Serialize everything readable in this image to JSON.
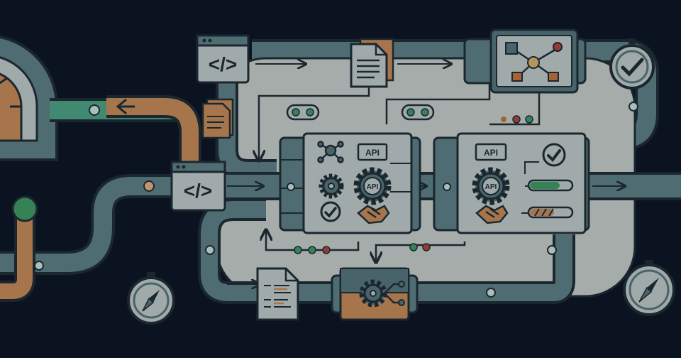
{
  "labels": {
    "api_upper_left": "API",
    "api_gear_left": "API",
    "api_upper_right": "API",
    "api_gear_right": "API"
  },
  "code_glyph": "</>",
  "colors": {
    "background": "#0b1320",
    "pipe": "#5f8184",
    "pipe_dark": "#1f2d33",
    "track": "#c9cfc9",
    "panel": "#c3ccc8",
    "panel_accent": "#56777a",
    "flow_green": "#4fa483",
    "flow_orange": "#c98c56",
    "status_green": "#3f9b63",
    "status_red": "#b8433b",
    "status_orange": "#c9743c"
  },
  "icons": [
    "code-window-icon",
    "document-icon",
    "workflow-diagram-icon",
    "clock-check-icon",
    "gauge-icon",
    "network-node-icon",
    "gear-icon",
    "api-gear-icon",
    "checkmark-icon",
    "handshake-icon",
    "progress-bar-icon",
    "compass-icon"
  ]
}
